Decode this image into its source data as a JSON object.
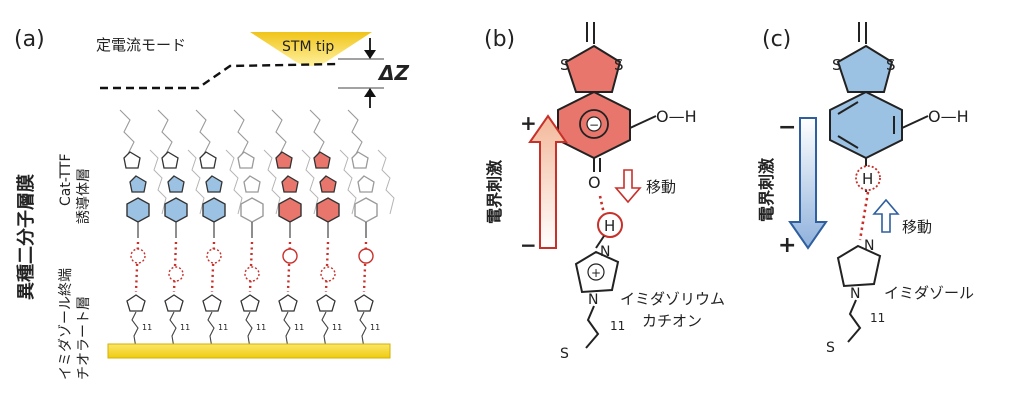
{
  "panels": {
    "a": "(a)",
    "b": "(b)",
    "c": "(c)"
  },
  "panel_a": {
    "mode_label": "定電流モード",
    "stm_tip": "STM tip",
    "delta_z": "ΔZ",
    "vertical_title": "異種二分子層膜",
    "cat_ttf_line1": "Cat-TTF",
    "cat_ttf_line2": "誘導体層",
    "imidazole_line1": "イミダゾール終端",
    "imidazole_line2": "チオラート層",
    "chain_n": "11"
  },
  "panel_b": {
    "stimulus": "電界刺激",
    "plus": "+",
    "minus": "−",
    "move": "移動",
    "h_atom": "H",
    "o_atom": "O",
    "oh": "O—H",
    "s_atom": "S",
    "n_atom": "N",
    "species_line1": "イミダゾリウム",
    "species_line2": "カチオン",
    "chain_n": "11"
  },
  "panel_c": {
    "stimulus": "電界刺激",
    "minus": "−",
    "plus": "+",
    "move": "移動",
    "h_atom": "H",
    "o_atom": "O",
    "oh": "O—H",
    "s_atom": "S",
    "n_atom": "N",
    "species": "イミダゾール",
    "chain_n": "11"
  },
  "colors": {
    "red_ring": "#e8766c",
    "blue_ring": "#9cc2e3",
    "gold": "#f4dc28",
    "plus_red": "#c8302a",
    "minus_blue": "#2f5f9e"
  }
}
